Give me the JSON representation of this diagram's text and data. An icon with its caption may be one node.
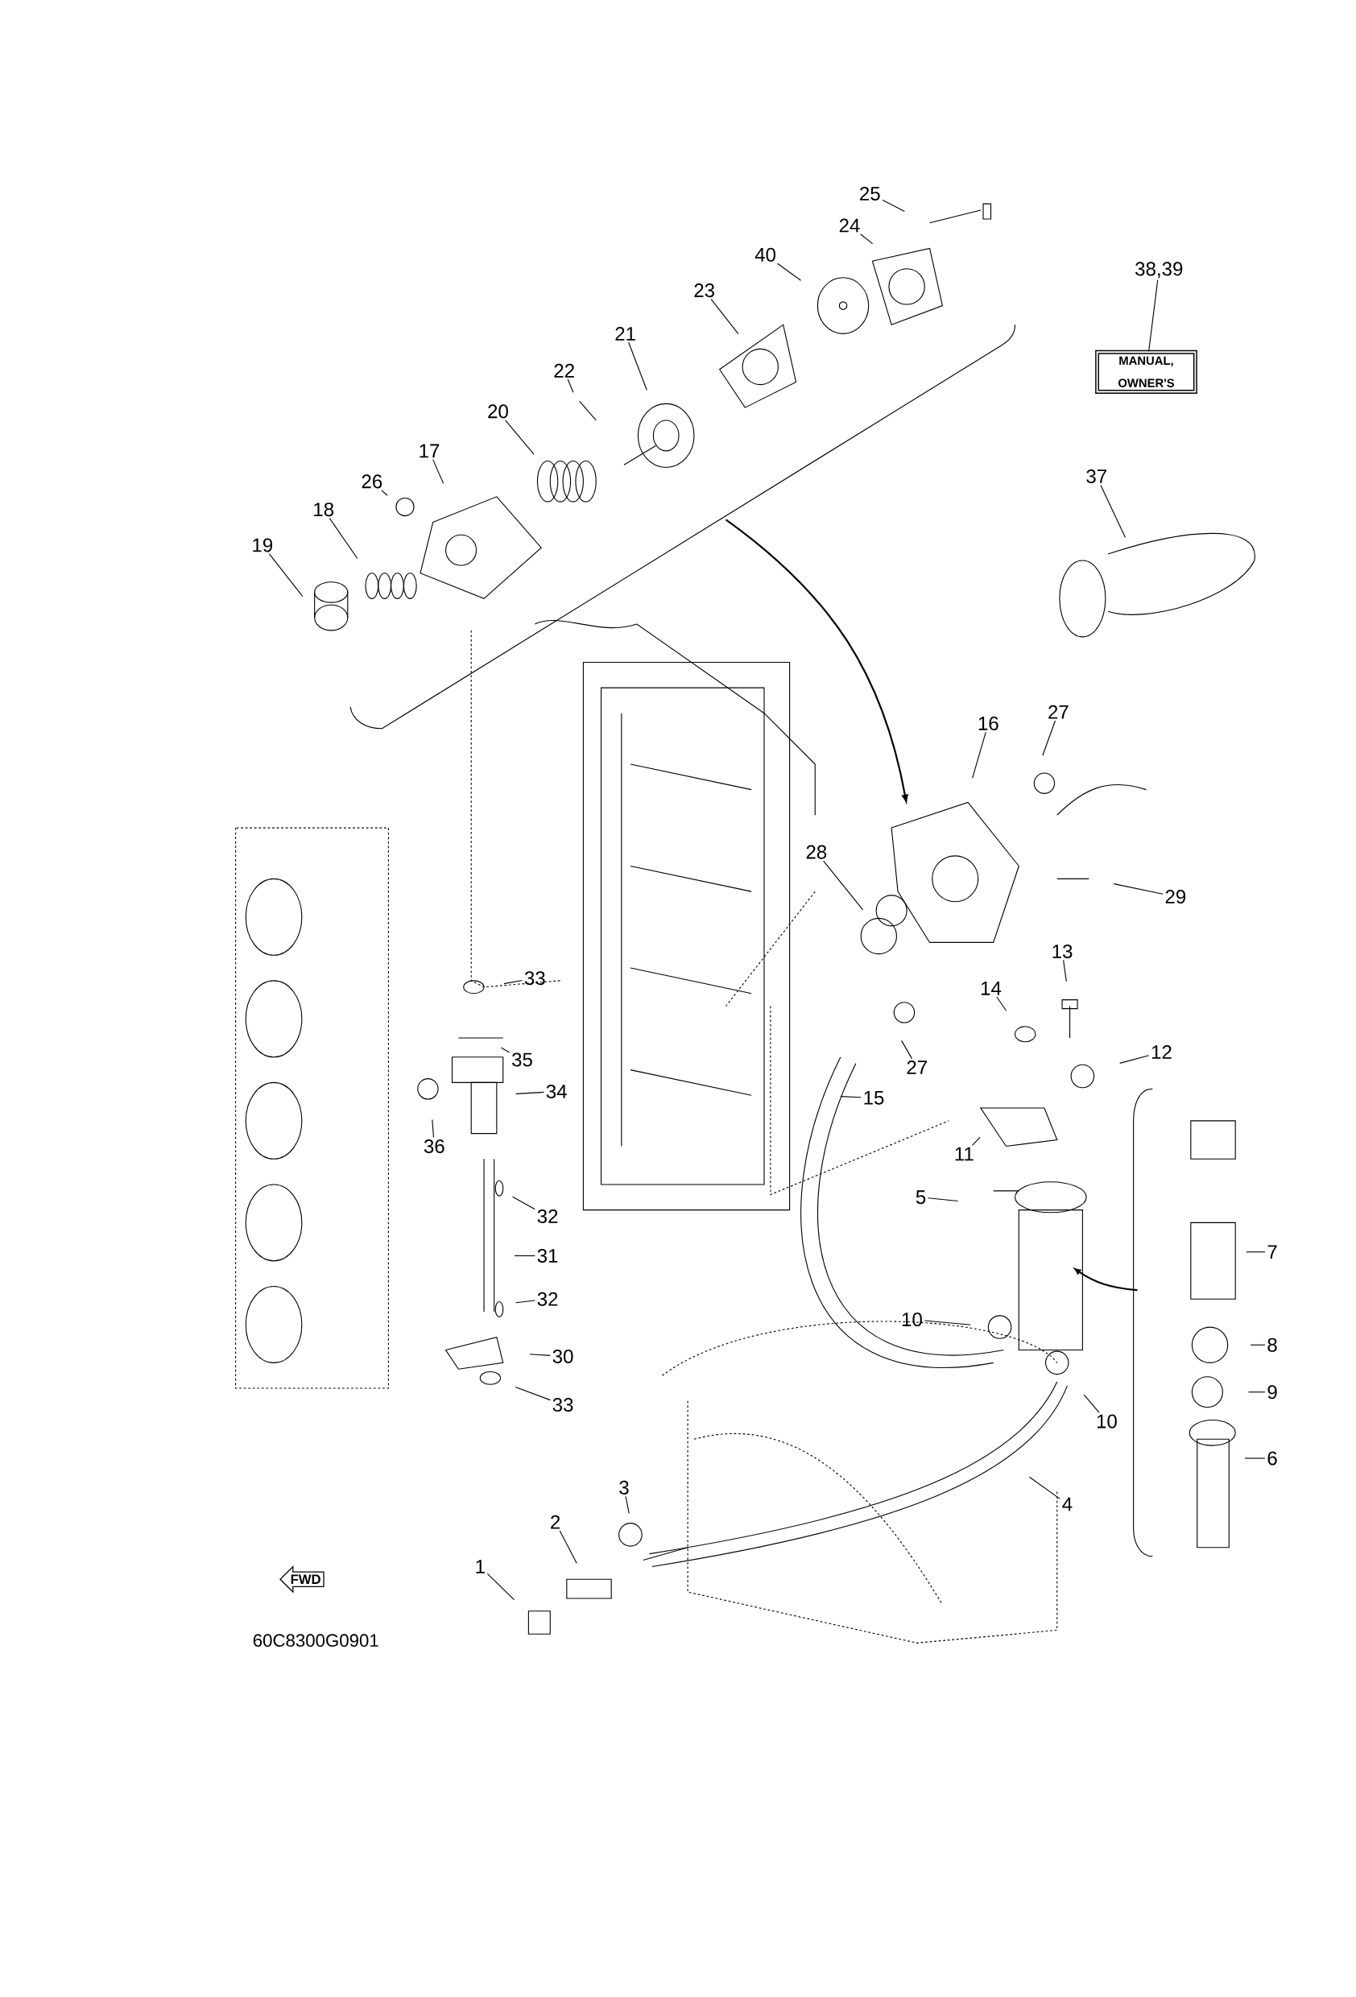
{
  "diagram": {
    "nodes": [
      {
        "text": [
          "25"
        ]
      },
      {
        "text": [
          "24"
        ]
      },
      {
        "text": [
          "40"
        ]
      },
      {
        "text": [
          "38,39"
        ]
      },
      {
        "text": [
          "MANUAL, OWNER'S"
        ]
      },
      {
        "text": [
          "23"
        ]
      },
      {
        "text": [
          "21"
        ]
      },
      {
        "text": [
          "22"
        ]
      },
      {
        "text": [
          "20"
        ]
      },
      {
        "text": [
          "17"
        ]
      },
      {
        "text": [
          "37"
        ]
      },
      {
        "text": [
          "26"
        ]
      },
      {
        "text": [
          "18"
        ]
      },
      {
        "text": [
          "19"
        ]
      },
      {
        "text": [
          "27"
        ]
      },
      {
        "text": [
          "16"
        ]
      },
      {
        "text": [
          "28"
        ]
      },
      {
        "text": [
          "29"
        ]
      },
      {
        "text": [
          "13"
        ]
      },
      {
        "text": [
          "33"
        ]
      },
      {
        "text": [
          "14"
        ]
      },
      {
        "text": [
          "12"
        ]
      },
      {
        "text": [
          "35"
        ]
      },
      {
        "text": [
          "27"
        ]
      },
      {
        "text": [
          "34"
        ]
      },
      {
        "text": [
          "15"
        ]
      },
      {
        "text": [
          "36"
        ]
      },
      {
        "text": [
          "11"
        ]
      },
      {
        "text": [
          "5"
        ]
      },
      {
        "text": [
          "32"
        ]
      },
      {
        "text": [
          "7"
        ]
      },
      {
        "text": [
          "31"
        ]
      },
      {
        "text": [
          "32"
        ]
      },
      {
        "text": [
          "10"
        ]
      },
      {
        "text": [
          "8"
        ]
      },
      {
        "text": [
          "30"
        ]
      },
      {
        "text": [
          "9"
        ]
      },
      {
        "text": [
          "33"
        ]
      },
      {
        "text": [
          "10"
        ]
      },
      {
        "text": [
          "6"
        ]
      },
      {
        "text": [
          "4"
        ]
      },
      {
        "text": [
          "3"
        ]
      },
      {
        "text": [
          "2"
        ]
      },
      {
        "text": [
          "FWD"
        ]
      },
      {
        "text": [
          "1"
        ]
      }
    ],
    "edges": [
      {
        "from": 0,
        "to": null,
        "arrow": "none"
      },
      {
        "from": 1,
        "to": null,
        "arrow": "none"
      },
      {
        "from": 2,
        "to": null,
        "arrow": "none"
      },
      {
        "from": 3,
        "to": 4,
        "arrow": "none"
      },
      {
        "from": 5,
        "to": null,
        "arrow": "none"
      },
      {
        "from": 6,
        "to": null,
        "arrow": "none"
      },
      {
        "from": 7,
        "to": null,
        "arrow": "none"
      },
      {
        "from": 8,
        "to": null,
        "arrow": "none"
      },
      {
        "from": 9,
        "to": null,
        "arrow": "none"
      },
      {
        "from": 10,
        "to": null,
        "arrow": "none"
      },
      {
        "from": 11,
        "to": null,
        "arrow": "none"
      },
      {
        "from": 12,
        "to": null,
        "arrow": "none"
      },
      {
        "from": 13,
        "to": null,
        "arrow": "none"
      },
      {
        "from": 14,
        "to": null,
        "arrow": "none"
      },
      {
        "from": 15,
        "to": null,
        "arrow": "none"
      },
      {
        "from": 16,
        "to": null,
        "arrow": "none"
      },
      {
        "from": 17,
        "to": null,
        "arrow": "none"
      },
      {
        "from": 18,
        "to": null,
        "arrow": "none"
      },
      {
        "from": 19,
        "to": null,
        "arrow": "none"
      },
      {
        "from": 20,
        "to": null,
        "arrow": "none"
      },
      {
        "from": 21,
        "to": null,
        "arrow": "none"
      },
      {
        "from": 22,
        "to": null,
        "arrow": "none"
      },
      {
        "from": 23,
        "to": null,
        "arrow": "none"
      },
      {
        "from": 24,
        "to": null,
        "arrow": "none"
      },
      {
        "from": 25,
        "to": null,
        "arrow": "none"
      },
      {
        "from": 26,
        "to": null,
        "arrow": "none"
      },
      {
        "from": 27,
        "to": null,
        "arrow": "none"
      },
      {
        "from": 28,
        "to": null,
        "arrow": "none"
      },
      {
        "from": 29,
        "to": null,
        "arrow": "none"
      },
      {
        "from": 30,
        "to": null,
        "arrow": "none"
      },
      {
        "from": 31,
        "to": null,
        "arrow": "none"
      },
      {
        "from": 32,
        "to": null,
        "arrow": "none"
      },
      {
        "from": 33,
        "to": null,
        "arrow": "none"
      },
      {
        "from": 34,
        "to": null,
        "arrow": "none"
      },
      {
        "from": 35,
        "to": null,
        "arrow": "none"
      },
      {
        "from": 36,
        "to": null,
        "arrow": "none"
      },
      {
        "from": 37,
        "to": null,
        "arrow": "none"
      },
      {
        "from": 38,
        "to": null,
        "arrow": "none"
      },
      {
        "from": 39,
        "to": null,
        "arrow": "none"
      },
      {
        "from": 40,
        "to": null,
        "arrow": "none"
      },
      {
        "from": 41,
        "to": null,
        "arrow": "none"
      },
      {
        "from": 42,
        "to": null,
        "arrow": "none"
      },
      {
        "from": 44,
        "to": null,
        "arrow": "none"
      }
    ],
    "labels": [
      "60C8300G0901"
    ]
  }
}
